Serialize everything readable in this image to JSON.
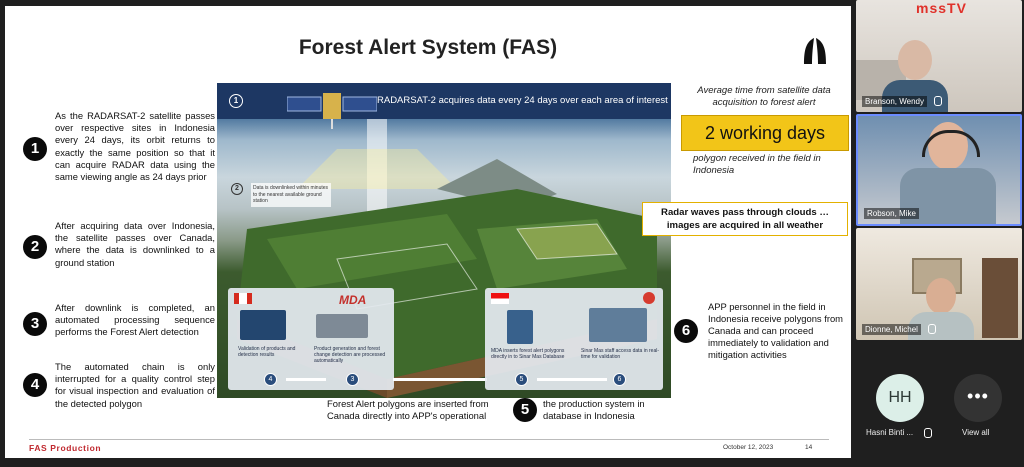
{
  "slide": {
    "title": "Forest Alert System (FAS)",
    "steps": [
      {
        "num": "1",
        "text": "As the RADARSAT-2 satellite passes over respective sites in Indonesia every 24 days, its orbit returns to exactly the same position so that it can acquire RADAR data using the same viewing angle as 24 days prior"
      },
      {
        "num": "2",
        "text": "After acquiring data over Indonesia, the satellite passes over Canada, where the data is downlinked to a ground station"
      },
      {
        "num": "3",
        "text": "After downlink is completed, an automated processing sequence performs the Forest Alert detection"
      },
      {
        "num": "4",
        "text": "The automated chain is only interrupted for a quality control step for visual inspection and evaluation of the detected polygon"
      }
    ],
    "step5": {
      "num": "5",
      "left_text": "Forest Alert polygons are inserted from Canada directly into APP's operational",
      "right_text": "the production system in database in Indonesia"
    },
    "step6": {
      "num": "6",
      "text": "APP personnel in the field in Indonesia receive polygons from Canada and can proceed immediately to validation and mitigation activities"
    },
    "image": {
      "banner_num": "1",
      "banner": "RADARSAT-2 acquires data every 24 days over each area of interest",
      "note_num": "2",
      "note": "Data is downlinked within minutes to the nearest available ground station",
      "mda": "MDA",
      "caption_validation": "Validation of products and detection results",
      "caption_product": "Product generation and forest change detection are processed automatically",
      "caption_mda_inserts": "MDA inserts forest alert polygons directly in to Sinar Mas Database",
      "caption_sinarmas": "Sinar Mas staff access data in real-time for validation",
      "flow_nums": [
        "4",
        "3",
        "5",
        "6"
      ]
    },
    "avg_time_text": "Average time from satellite data acquisition to forest alert",
    "working_days": "2 working days",
    "polygon_text": "polygon received in the field in Indonesia",
    "radar_note_line1": "Radar waves pass through clouds …",
    "radar_note_line2": "images are acquired in all weather",
    "footer": "FAS Production",
    "date": "October 12, 2023",
    "page": "14"
  },
  "participants": [
    {
      "name": "Branson, Wendy"
    },
    {
      "name": "Robson, Mike"
    },
    {
      "name": "Dionne, Michel"
    }
  ],
  "tile_top_text": "mssTV",
  "bottom_tiles": {
    "hasni_initials": "HH",
    "hasni_name": "Hasni Binti ...",
    "view_all_label": "View all"
  },
  "colors": {
    "accent_yellow": "#f2c518",
    "footer_red": "#c0282e",
    "active_speaker_border": "#6b8cff"
  }
}
